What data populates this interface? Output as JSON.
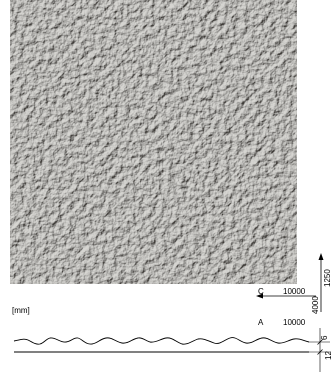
{
  "texture": {
    "base_color": "#a9a7a4",
    "light_color": "#d9d7d3",
    "dark_color": "#6f6d6a"
  },
  "drawing": {
    "unit_label": "[mm]",
    "dim_height_total": "4000",
    "dim_height_tile": "1250",
    "axis_c_label": "C",
    "axis_c_value": "10000",
    "axis_a_label": "A",
    "axis_a_value": "10000",
    "profile_thickness_top": "6",
    "profile_thickness_bottom": "12"
  }
}
